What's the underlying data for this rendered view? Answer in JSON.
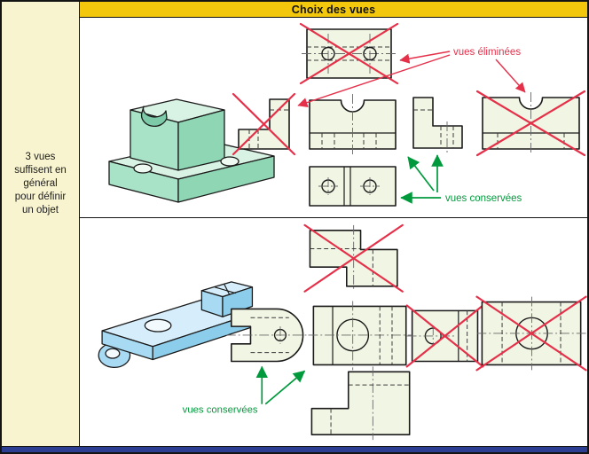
{
  "header": {
    "title": "Choix des vues"
  },
  "sidebar": {
    "note": "3 vues suffisent en général pour définir un objet"
  },
  "panel_top": {
    "eliminated_label": "vues éliminées",
    "kept_label": "vues conservées"
  },
  "panel_bottom": {
    "kept_label": "vues conservées"
  },
  "colors": {
    "header_bg": "#f3c80c",
    "sidebar_bg": "#f8f4cf",
    "eliminated_red": "#e5304a",
    "kept_green": "#009a3c",
    "part1_green": "#a9e3c7",
    "part2_blue": "#a8daf3",
    "view_fill": "#f1f5e3",
    "footer_blue": "#2b3e92",
    "outline": "#1a1a1a"
  }
}
